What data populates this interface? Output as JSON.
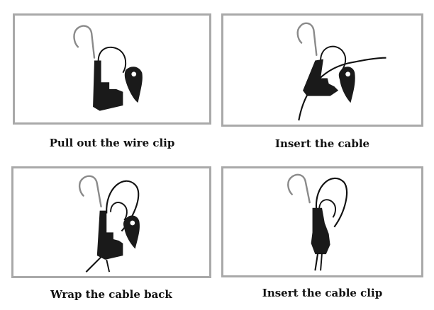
{
  "steps": [
    {
      "label": "Pull out the wire clip"
    },
    {
      "label": "Insert the cable"
    },
    {
      "label": "Wrap the cable back"
    },
    {
      "label": "Insert the cable clip"
    }
  ],
  "colors": {
    "panel_border": "#a9a9a9",
    "clip_body": "#1a1a1a",
    "hook_metal": "#8a8a8a",
    "caption_text": "#111111"
  }
}
